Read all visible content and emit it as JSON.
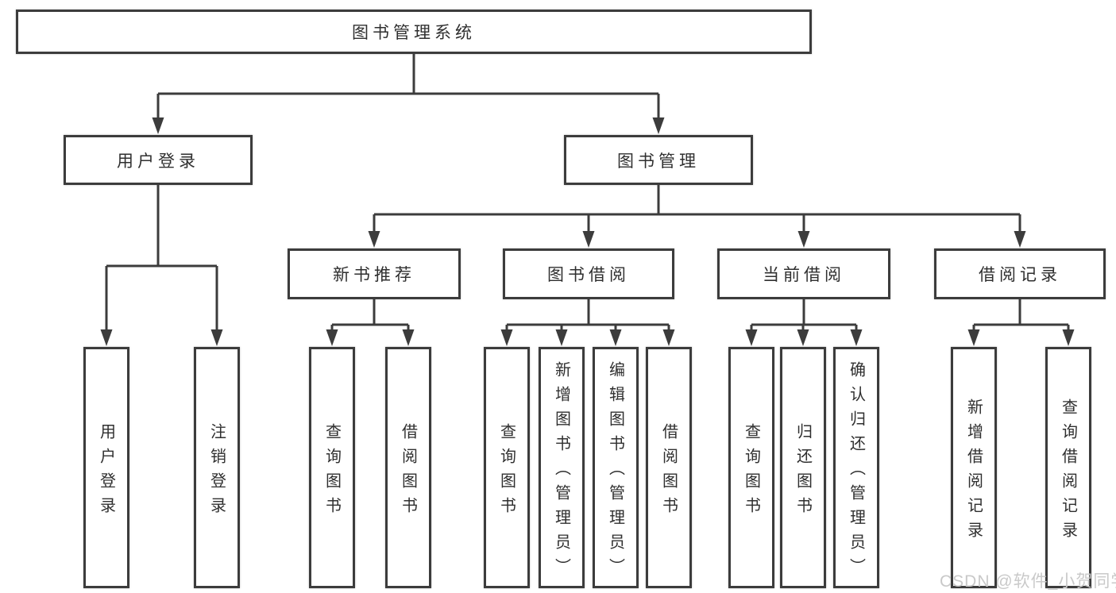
{
  "tree": {
    "label": "图书管理系统",
    "children": [
      {
        "label": "用户登录",
        "children": [
          {
            "label": "用户登录"
          },
          {
            "label": "注销登录"
          }
        ]
      },
      {
        "label": "图书管理",
        "children": [
          {
            "label": "新书推荐",
            "children": [
              {
                "label": "查询图书"
              },
              {
                "label": "借阅图书"
              }
            ]
          },
          {
            "label": "图书借阅",
            "children": [
              {
                "label": "查询图书"
              },
              {
                "label": "新增图书（管理员）"
              },
              {
                "label": "编辑图书（管理员）"
              },
              {
                "label": "借阅图书"
              }
            ]
          },
          {
            "label": "当前借阅",
            "children": [
              {
                "label": "查询图书"
              },
              {
                "label": "归还图书"
              },
              {
                "label": "确认归还（管理员）"
              }
            ]
          },
          {
            "label": "借阅记录",
            "children": [
              {
                "label": "新增借阅记录"
              },
              {
                "label": "查询借阅记录"
              }
            ]
          }
        ]
      }
    ]
  },
  "watermark": {
    "text": "CSDN @软件_小贺同学"
  },
  "colors": {
    "line": "#3c3c3c",
    "box_border": "#3c3c3c",
    "text": "#2f2f2f",
    "watermark": "#c9c9c9",
    "background": "#ffffff"
  }
}
